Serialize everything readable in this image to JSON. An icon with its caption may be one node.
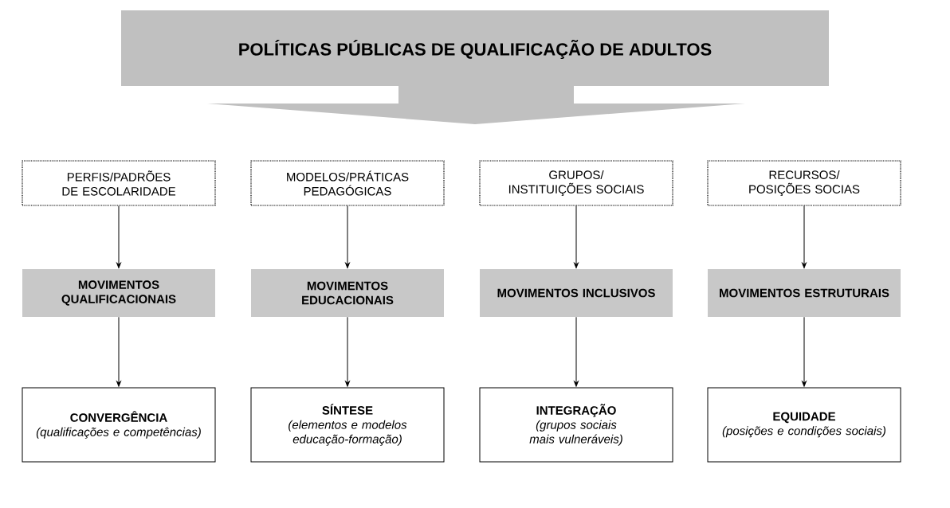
{
  "diagram": {
    "nodes": [
      {
        "text": [
          "POLÍTICAS PÚBLICAS DE QUALIFICAÇÃO DE ADULTOS"
        ]
      },
      {
        "text": [
          "PERFIS/PADRÕES DE ESCOLARIDADE"
        ]
      },
      {
        "text": [
          "MODELOS/PRÁTICAS PEDAGÓGICAS"
        ]
      },
      {
        "text": [
          "GRUPOS/ INSTITUIÇÕES SOCIAIS"
        ]
      },
      {
        "text": [
          "RECURSOS/ POSIÇÕES SOCIAS"
        ]
      },
      {
        "text": [
          "MOVIMENTOS QUALIFICACIONAIS"
        ]
      },
      {
        "text": [
          "MOVIMENTOS EDUCACIONAIS"
        ]
      },
      {
        "text": [
          "MOVIMENTOS INCLUSIVOS"
        ]
      },
      {
        "text": [
          "MOVIMENTOS ESTRUTURAIS"
        ]
      },
      {
        "text": [
          "CONVERGÊNCIA",
          "(qualificações e competências)"
        ]
      },
      {
        "text": [
          "SÍNTESE",
          "(elementos e modelos educação-formação)"
        ]
      },
      {
        "text": [
          "INTEGRAÇÃO",
          "(grupos sociais mais vulneráveis)"
        ]
      },
      {
        "text": [
          "EQUIDADE",
          "(posições e condições sociais)"
        ]
      }
    ],
    "edges": [
      {
        "from": 1,
        "to": 5,
        "arrow": "to"
      },
      {
        "from": 2,
        "to": 6,
        "arrow": "to"
      },
      {
        "from": 3,
        "to": 7,
        "arrow": "to"
      },
      {
        "from": 4,
        "to": 8,
        "arrow": "to"
      },
      {
        "from": 5,
        "to": 9,
        "arrow": "to"
      },
      {
        "from": 6,
        "to": 10,
        "arrow": "to"
      },
      {
        "from": 7,
        "to": 11,
        "arrow": "to"
      },
      {
        "from": 8,
        "to": 12,
        "arrow": "to"
      }
    ]
  }
}
